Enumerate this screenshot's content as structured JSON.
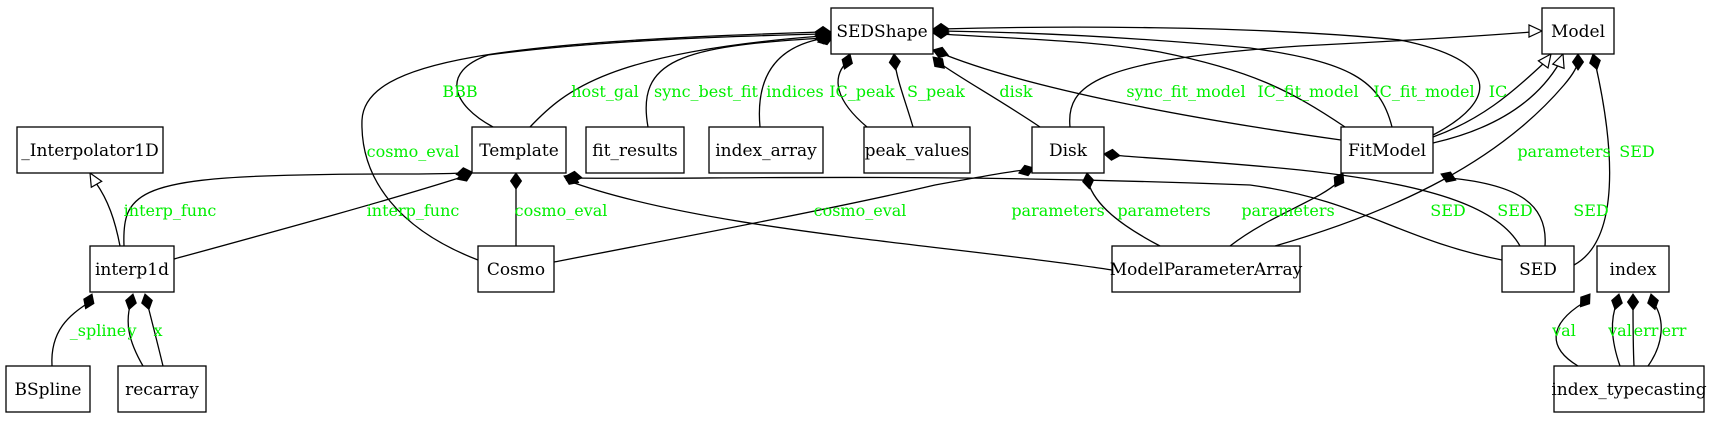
{
  "colors": {
    "background": "#ffffff",
    "line": "#000000",
    "node_border": "#000000",
    "edge_label": "#00ee00"
  },
  "nodes": {
    "sedshape": "SEDShape",
    "model": "Model",
    "interpolator1d": "_Interpolator1D",
    "template": "Template",
    "fit_results": "fit_results",
    "index_array": "index_array",
    "peak_values": "peak_values",
    "disk": "Disk",
    "fitmodel": "FitModel",
    "interp1d": "interp1d",
    "cosmo": "Cosmo",
    "modelparameterarray": "ModelParameterArray",
    "sed": "SED",
    "index": "index",
    "bspline": "BSpline",
    "recarray": "recarray",
    "index_typecasting": "index_typecasting"
  },
  "edges": [
    {
      "id": "template-sedshape-bbb",
      "from": "template",
      "to": "sedshape",
      "kind": "composition",
      "label": "BBB"
    },
    {
      "id": "template-sedshape-hostgal",
      "from": "template",
      "to": "sedshape",
      "kind": "composition",
      "label": "host_gal"
    },
    {
      "id": "fitresults-sedshape",
      "from": "fit_results",
      "to": "sedshape",
      "kind": "composition",
      "label": "sync_best_fit"
    },
    {
      "id": "indexarray-sedshape",
      "from": "index_array",
      "to": "sedshape",
      "kind": "composition",
      "label": "indices"
    },
    {
      "id": "peakvalues-sedshape-ic",
      "from": "peak_values",
      "to": "sedshape",
      "kind": "composition",
      "label": "IC_peak"
    },
    {
      "id": "peakvalues-sedshape-s",
      "from": "peak_values",
      "to": "sedshape",
      "kind": "composition",
      "label": "S_peak"
    },
    {
      "id": "disk-sedshape",
      "from": "disk",
      "to": "sedshape",
      "kind": "composition",
      "label": "disk"
    },
    {
      "id": "cosmo-sedshape",
      "from": "cosmo",
      "to": "sedshape",
      "kind": "composition",
      "label": "cosmo_eval"
    },
    {
      "id": "fitmodel-sedshape-sync",
      "from": "fitmodel",
      "to": "sedshape",
      "kind": "composition",
      "label": "sync_fit_model"
    },
    {
      "id": "fitmodel-sedshape-ic1",
      "from": "fitmodel",
      "to": "sedshape",
      "kind": "composition",
      "label": "IC_fit_model"
    },
    {
      "id": "fitmodel-sedshape-ic2",
      "from": "fitmodel",
      "to": "sedshape",
      "kind": "composition",
      "label": "IC_fit_model"
    },
    {
      "id": "fitmodel-sedshape-ic",
      "from": "fitmodel",
      "to": "sedshape",
      "kind": "composition",
      "label": "IC"
    },
    {
      "id": "disk-model",
      "from": "disk",
      "to": "model",
      "kind": "inheritance",
      "label": ""
    },
    {
      "id": "fitmodel-model-1",
      "from": "fitmodel",
      "to": "model",
      "kind": "inheritance",
      "label": ""
    },
    {
      "id": "fitmodel-model-2",
      "from": "fitmodel",
      "to": "model",
      "kind": "inheritance",
      "label": ""
    },
    {
      "id": "mpa-model",
      "from": "modelparameterarray",
      "to": "model",
      "kind": "composition",
      "label": "parameters"
    },
    {
      "id": "sed-model",
      "from": "sed",
      "to": "model",
      "kind": "composition",
      "label": "SED"
    },
    {
      "id": "interp1d-interpolator",
      "from": "interp1d",
      "to": "interpolator1d",
      "kind": "inheritance",
      "label": ""
    },
    {
      "id": "interp1d-template-1",
      "from": "interp1d",
      "to": "template",
      "kind": "composition",
      "label": "interp_func"
    },
    {
      "id": "interp1d-template-2",
      "from": "interp1d",
      "to": "template",
      "kind": "composition",
      "label": "interp_func"
    },
    {
      "id": "cosmo-template",
      "from": "cosmo",
      "to": "template",
      "kind": "composition",
      "label": "cosmo_eval"
    },
    {
      "id": "mpa-template",
      "from": "modelparameterarray",
      "to": "template",
      "kind": "composition",
      "label": "parameters"
    },
    {
      "id": "sed-template",
      "from": "sed",
      "to": "template",
      "kind": "composition",
      "label": "SED"
    },
    {
      "id": "cosmo-disk",
      "from": "cosmo",
      "to": "disk",
      "kind": "composition",
      "label": "cosmo_eval"
    },
    {
      "id": "mpa-disk",
      "from": "modelparameterarray",
      "to": "disk",
      "kind": "composition",
      "label": "parameters"
    },
    {
      "id": "sed-disk",
      "from": "sed",
      "to": "disk",
      "kind": "composition",
      "label": "SED"
    },
    {
      "id": "mpa-fitmodel",
      "from": "modelparameterarray",
      "to": "fitmodel",
      "kind": "composition",
      "label": "parameters"
    },
    {
      "id": "sed-fitmodel",
      "from": "sed",
      "to": "fitmodel",
      "kind": "composition",
      "label": "SED"
    },
    {
      "id": "bspline-interp1d",
      "from": "bspline",
      "to": "interp1d",
      "kind": "composition",
      "label": "_spline"
    },
    {
      "id": "recarray-interp1d-y",
      "from": "recarray",
      "to": "interp1d",
      "kind": "composition",
      "label": "y"
    },
    {
      "id": "recarray-interp1d-x",
      "from": "recarray",
      "to": "interp1d",
      "kind": "composition",
      "label": "x"
    },
    {
      "id": "typecasting-index-val1",
      "from": "index_typecasting",
      "to": "index",
      "kind": "composition",
      "label": "val"
    },
    {
      "id": "typecasting-index-val2",
      "from": "index_typecasting",
      "to": "index",
      "kind": "composition",
      "label": "val"
    },
    {
      "id": "typecasting-index-err1",
      "from": "index_typecasting",
      "to": "index",
      "kind": "composition",
      "label": "err"
    },
    {
      "id": "typecasting-index-err2",
      "from": "index_typecasting",
      "to": "index",
      "kind": "composition",
      "label": "err"
    }
  ]
}
